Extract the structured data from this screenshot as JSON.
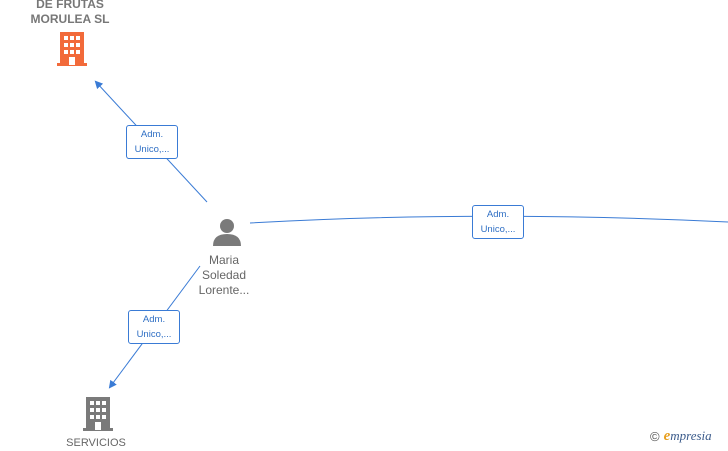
{
  "nodes": {
    "company_top": {
      "label_line1": "DE FRUTAS",
      "label_line2": "MORULEA  SL",
      "color": "#f26a3a"
    },
    "person": {
      "label_line1": "Maria",
      "label_line2": "Soledad",
      "label_line3": "Lorente...",
      "color": "#7a7a7a"
    },
    "company_bottom": {
      "label_line1": "SERVICIOS",
      "color": "#7a7a7a"
    }
  },
  "edges": [
    {
      "line1": "Adm.",
      "line2": "Unico,..."
    },
    {
      "line1": "Adm.",
      "line2": "Unico,..."
    },
    {
      "line1": "Adm.",
      "line2": "Unico,..."
    }
  ],
  "watermark": {
    "copyright": "©",
    "brand_initial": "e",
    "brand_rest": "mpresia"
  },
  "colors": {
    "edge": "#3a7bd5"
  }
}
